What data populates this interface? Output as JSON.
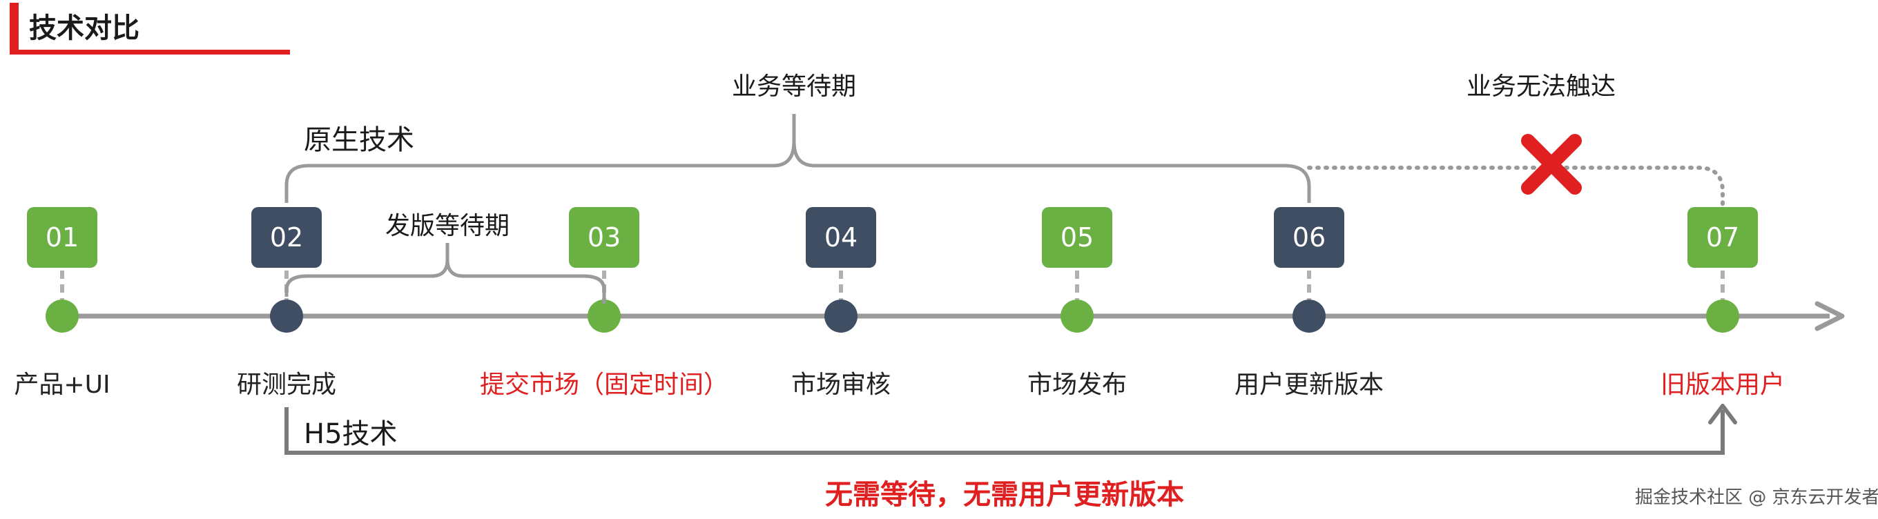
{
  "title": "技术对比",
  "colors": {
    "green": "#6ab043",
    "dark": "#3f4e63",
    "red": "#e02020",
    "line": "#9a9a9a"
  },
  "nodes": [
    {
      "id": "01",
      "label": "产品+UI",
      "color": "green",
      "label_color": "normal"
    },
    {
      "id": "02",
      "label": "研测完成",
      "color": "dark",
      "label_color": "normal"
    },
    {
      "id": "03",
      "label": "提交市场（固定时间）",
      "color": "green",
      "label_color": "red"
    },
    {
      "id": "04",
      "label": "市场审核",
      "color": "dark",
      "label_color": "normal"
    },
    {
      "id": "05",
      "label": "市场发布",
      "color": "green",
      "label_color": "normal"
    },
    {
      "id": "06",
      "label": "用户更新版本",
      "color": "dark",
      "label_color": "normal"
    },
    {
      "id": "07",
      "label": "旧版本用户",
      "color": "green",
      "label_color": "red"
    }
  ],
  "brace_labels": {
    "business_wait": "业务等待期",
    "release_wait": "发版等待期",
    "unreachable": "业务无法触达"
  },
  "native_label": "原生技术",
  "h5_label": "H5技术",
  "banner": "无需等待，无需用户更新版本",
  "watermark": "掘金技术社区 @ 京东云开发者",
  "icons": {
    "blocked": "cross-icon",
    "arrow": "arrow-right-icon"
  }
}
